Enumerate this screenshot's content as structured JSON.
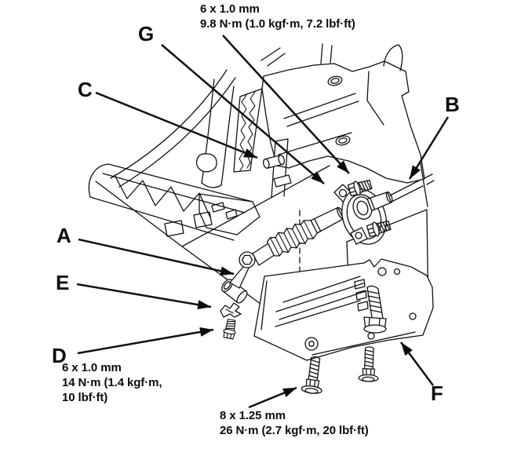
{
  "figure": {
    "background_color": "#ffffff",
    "line_color": "#111111"
  },
  "labels": {
    "a": "A",
    "b": "B",
    "c": "C",
    "d": "D",
    "e": "E",
    "f": "F",
    "g": "G"
  },
  "callouts": {
    "top_torque": {
      "line1": "6 x 1.0 mm",
      "line2": "9.8 N·m (1.0 kgf·m, 7.2 lbf·ft)"
    },
    "d_torque": {
      "line1": "6 x 1.0 mm",
      "line2": "14 N·m (1.4 kgf·m,",
      "line3": "10 lbf·ft)"
    },
    "bottom_torque": {
      "line1": "8 x 1.25 mm",
      "line2": "26 N·m (2.7 kgf·m, 20 lbf·ft)"
    }
  }
}
